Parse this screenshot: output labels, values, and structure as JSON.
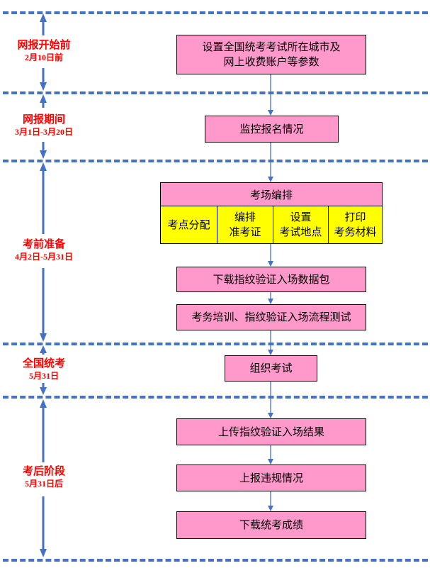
{
  "phases": [
    {
      "name": "网报开始前",
      "date": "2月10日前"
    },
    {
      "name": "网报期间",
      "date": "3月1日-3月20日"
    },
    {
      "name": "考前准备",
      "date": "4月2日-5月31日"
    },
    {
      "name": "全国统考",
      "date": "5月31日"
    },
    {
      "name": "考后阶段",
      "date": "5月31日后"
    }
  ],
  "steps": {
    "setup_params": {
      "line1": "设置全国统考考试所在城市及",
      "line2": "网上收费账户等参数"
    },
    "monitor_registration": "监控报名情况",
    "venue_arrangement": {
      "title": "考场编排",
      "subtasks": [
        {
          "line1": "考点分配",
          "line2": ""
        },
        {
          "line1": "编排",
          "line2": "准考证"
        },
        {
          "line1": "设置",
          "line2": "考试地点"
        },
        {
          "line1": "打印",
          "line2": "考务材料"
        }
      ]
    },
    "download_fingerprint_package": "下载指纹验证入场数据包",
    "training_and_test": "考务培训、指纹验证入场流程测试",
    "organize_exam": "组织考试",
    "upload_fingerprint_results": "上传指纹验证入场结果",
    "report_violations": "上报违规情况",
    "download_scores": "下载统考成绩"
  },
  "colors": {
    "step_fill": "#ff99cc",
    "subtask_fill": "#ffff00",
    "phase_text": "#ff0000",
    "divider": "#4472c4"
  }
}
